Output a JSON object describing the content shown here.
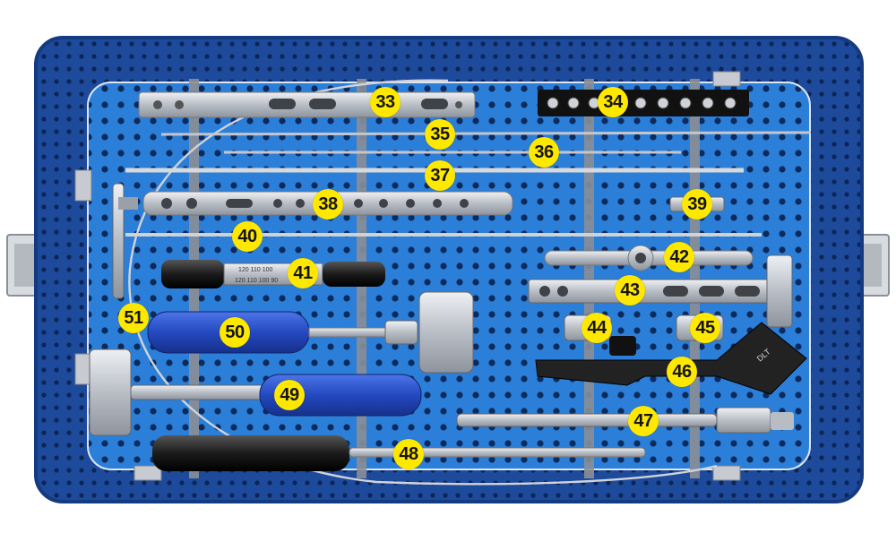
{
  "colors": {
    "tray_blue": "#1f4fa3",
    "tray_inner": "#2b7fd8",
    "label_yellow": "#ffe800",
    "steel": "#c9cdd3",
    "handle_blue": "#2a52c9",
    "handle_black": "#1c1c1c"
  },
  "icons": [
    "screw-row",
    "instrument",
    "mallet",
    "t-handle"
  ],
  "labels": [
    "33",
    "34",
    "35",
    "36",
    "37",
    "38",
    "39",
    "40",
    "41",
    "42",
    "43",
    "44",
    "45",
    "46",
    "47",
    "48",
    "49",
    "50",
    "51"
  ],
  "instrument_marks": {
    "scale_top": "120 110 100",
    "scale_bottom": "120 110 100 90",
    "guide_text": "DLT"
  }
}
